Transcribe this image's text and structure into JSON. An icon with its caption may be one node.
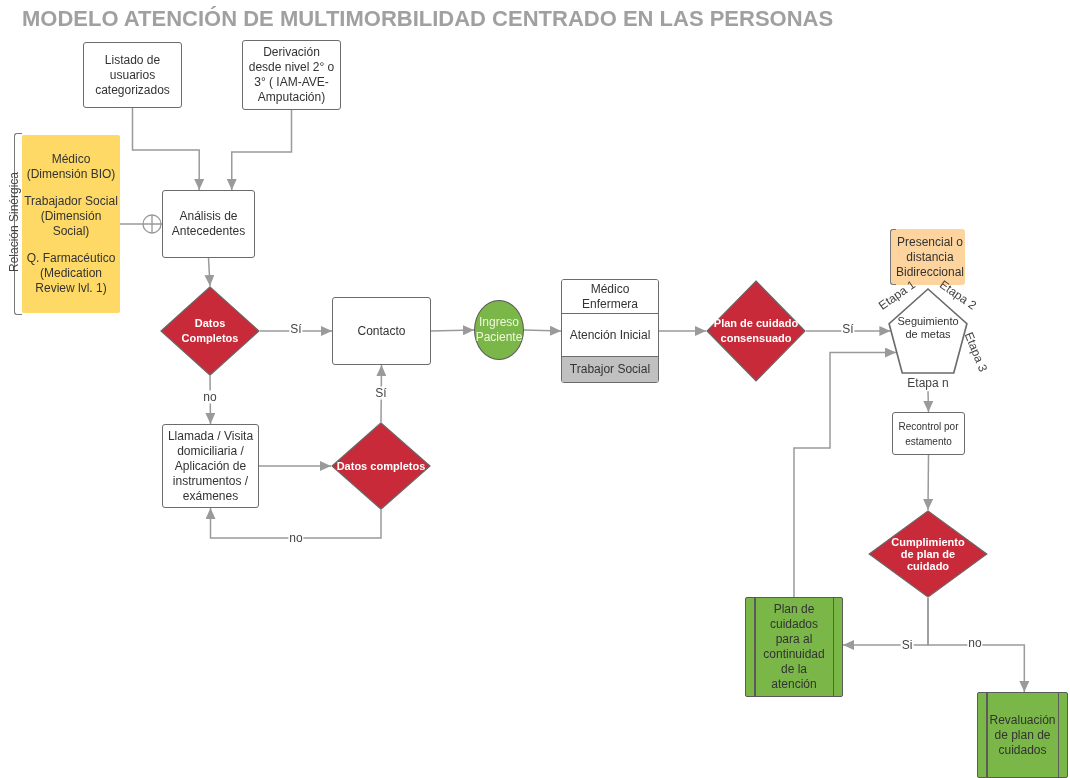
{
  "diagram": {
    "title": "MODELO ATENCIÓN DE MULTIMORBILIDAD CENTRADO EN LAS PERSONAS",
    "nodes": [
      {
        "text": [
          "Listado de usuarios categorizados"
        ]
      },
      {
        "text": [
          "Derivación desde nivel 2° o 3° ( IAM-AVE- Amputación)"
        ]
      },
      {
        "text": [
          "Médico (Dimensión BIO)",
          "Trabajador Social (Dimensión Social)",
          "Q. Farmacéutico (Medication Review lvl. 1)"
        ],
        "beside": [
          "Relación Sinérgica"
        ]
      },
      {
        "text": [
          "Análisis de Antecedentes"
        ]
      },
      {
        "text": [
          "Datos Completos"
        ]
      },
      {
        "text": [
          "Contacto"
        ]
      },
      {
        "text": [
          "Ingreso Paciente"
        ]
      },
      {
        "text": [
          "Médico Enfermera",
          "Atención Inicial",
          "Trabajor Social"
        ]
      },
      {
        "text": [
          "Plan de cuidado consensuado"
        ]
      },
      {
        "text": [
          "Presencial o distancia Bidireccional"
        ]
      },
      {
        "text": [
          "Seguimiento de metas"
        ],
        "beside": [
          "Etapa 1",
          "Etapa 2",
          "Etapa 3",
          "Etapa n"
        ]
      },
      {
        "text": [
          "Llamada / Visita domiciliaria / Aplicación de instrumentos / exámenes"
        ]
      },
      {
        "text": [
          "Datos completos"
        ]
      },
      {
        "text": [
          "Recontrol por estamento"
        ]
      },
      {
        "text": [
          "Cumplimiento de plan de cuidado"
        ]
      },
      {
        "text": [
          "Plan de cuidados para al continuidad de la atención"
        ]
      },
      {
        "text": [
          "Revaluación de plan de cuidados"
        ]
      }
    ],
    "edges": [
      {
        "from": 0,
        "to": 3,
        "arrow": "to"
      },
      {
        "from": 1,
        "to": 3,
        "arrow": "to"
      },
      {
        "from": 2,
        "to": 3,
        "arrow": "other"
      },
      {
        "from": 3,
        "to": 4,
        "arrow": "to"
      },
      {
        "from": 4,
        "to": 5,
        "arrow": "to",
        "label": "Sí"
      },
      {
        "from": 4,
        "to": 11,
        "arrow": "to",
        "label": "no"
      },
      {
        "from": 11,
        "to": 12,
        "arrow": "to"
      },
      {
        "from": 12,
        "to": 5,
        "arrow": "to",
        "label": "Sí"
      },
      {
        "from": 12,
        "to": 11,
        "arrow": "to",
        "label": "no"
      },
      {
        "from": 5,
        "to": 6,
        "arrow": "to"
      },
      {
        "from": 6,
        "to": 7,
        "arrow": "to"
      },
      {
        "from": 7,
        "to": 8,
        "arrow": "to"
      },
      {
        "from": 8,
        "to": 10,
        "arrow": "to",
        "label": "Sí"
      },
      {
        "from": 15,
        "to": 10,
        "arrow": "to"
      },
      {
        "from": 10,
        "to": 13,
        "arrow": "to"
      },
      {
        "from": 13,
        "to": 14,
        "arrow": "to"
      },
      {
        "from": 14,
        "to": 15,
        "arrow": "to",
        "label": "Si"
      },
      {
        "from": 14,
        "to": 16,
        "arrow": "to",
        "label": "no"
      }
    ]
  }
}
